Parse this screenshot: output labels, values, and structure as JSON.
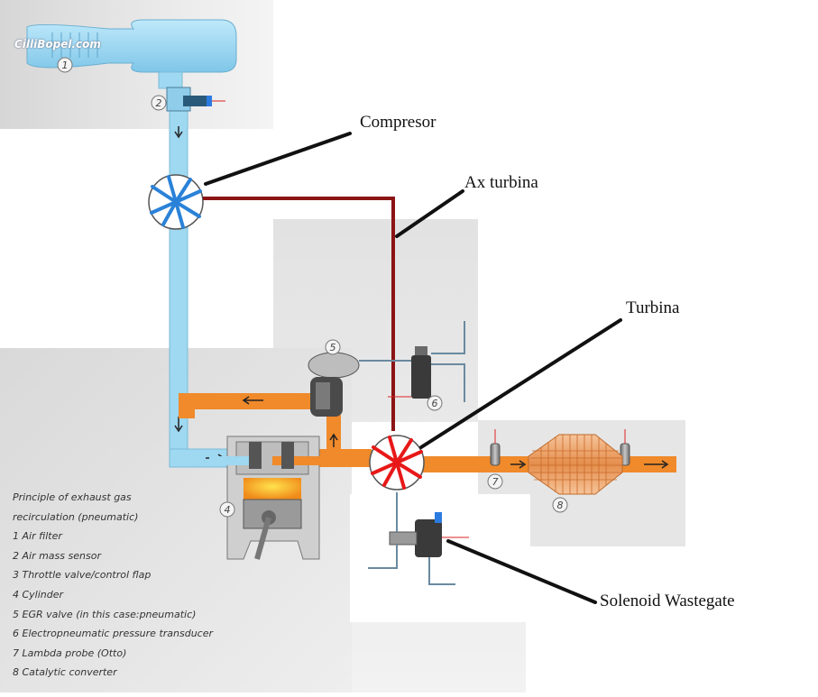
{
  "watermark": "CilliBopel.com",
  "callouts": {
    "compresor": "Compresor",
    "ax_turbina": "Ax turbina",
    "turbina": "Turbina",
    "solenoid": "Solenoid Wastegate"
  },
  "legend": {
    "lines": [
      "Principle of exhaust gas",
      "recirculation (pneumatic)",
      "1  Air filter",
      "2  Air mass sensor",
      "3  Throttle valve/control flap",
      "4  Cylinder",
      "5  EGR valve (in this case:pneumatic)",
      "6  Electropneumatic pressure transducer",
      "7  Lambda probe (Otto)",
      "8  Catalytic converter"
    ]
  },
  "markers": [
    "1",
    "2",
    "4",
    "5",
    "6",
    "7",
    "8"
  ],
  "colors": {
    "intake": "#9ed8f1",
    "exhaust": "#f08a2a",
    "shaft": "#8b1414",
    "impeller_compressor": "#2a82d8",
    "impeller_turbine": "#e81818",
    "background_panel": "#dcdcdc"
  }
}
